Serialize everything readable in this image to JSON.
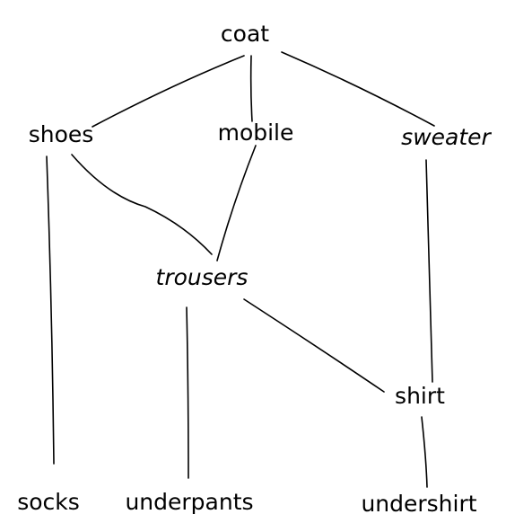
{
  "diagram": {
    "type": "dependency-graph",
    "nodes": [
      {
        "id": "coat",
        "label": "coat"
      },
      {
        "id": "shoes",
        "label": "shoes"
      },
      {
        "id": "mobile",
        "label": "mobile"
      },
      {
        "id": "sweater",
        "label": "sweater"
      },
      {
        "id": "trousers",
        "label": "trousers"
      },
      {
        "id": "shirt",
        "label": "shirt"
      },
      {
        "id": "socks",
        "label": "socks"
      },
      {
        "id": "underpants",
        "label": "underpants"
      },
      {
        "id": "undershirt",
        "label": "undershirt"
      }
    ],
    "edges": [
      {
        "from": "coat",
        "to": "shoes"
      },
      {
        "from": "coat",
        "to": "mobile"
      },
      {
        "from": "coat",
        "to": "sweater"
      },
      {
        "from": "shoes",
        "to": "trousers"
      },
      {
        "from": "mobile",
        "to": "trousers"
      },
      {
        "from": "shoes",
        "to": "socks"
      },
      {
        "from": "sweater",
        "to": "shirt"
      },
      {
        "from": "trousers",
        "to": "underpants"
      },
      {
        "from": "trousers",
        "to": "shirt"
      },
      {
        "from": "shirt",
        "to": "undershirt"
      }
    ]
  }
}
